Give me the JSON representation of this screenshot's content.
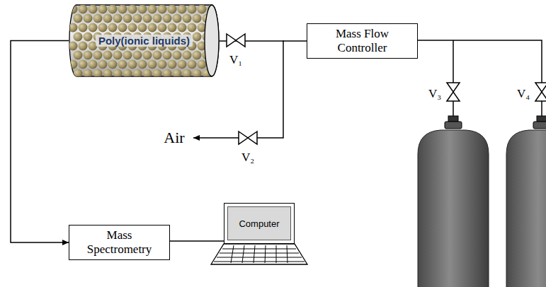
{
  "diagram": {
    "nodes": [
      {
        "text": [
          "Poly(ionic liquids)"
        ]
      },
      {
        "text": [
          "Mass Flow Controller"
        ]
      },
      {
        "text": [
          "Mass Spectrometry"
        ]
      },
      {
        "text": [
          "Computer"
        ]
      }
    ],
    "edges": [
      {
        "from": 0,
        "to": 2,
        "arrow": "to"
      },
      {
        "from": 1,
        "to": 0,
        "arrow": "none"
      },
      {
        "from": 2,
        "to": 3,
        "arrow": "none"
      }
    ],
    "labels": [
      "V₁",
      "V₂",
      "V₃",
      "V₄",
      "Air"
    ]
  }
}
